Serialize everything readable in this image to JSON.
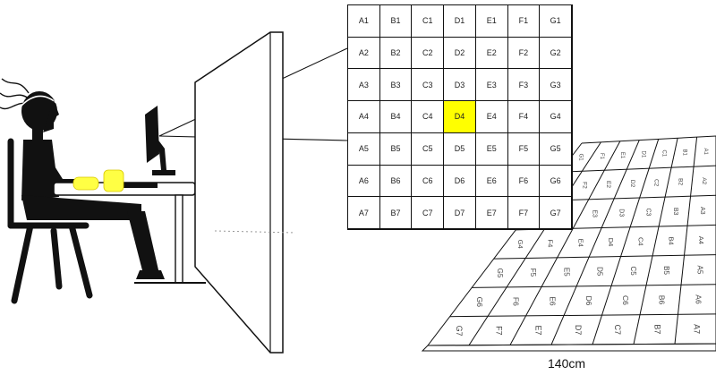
{
  "grid": {
    "columns": [
      "A",
      "B",
      "C",
      "D",
      "E",
      "F",
      "G"
    ],
    "rows": [
      1,
      2,
      3,
      4,
      5,
      6,
      7
    ],
    "highlighted_cell": "D4",
    "highlight_color": "#ffff00"
  },
  "floor_grid": {
    "columns": [
      "G",
      "F",
      "E",
      "D",
      "C",
      "B",
      "A"
    ]
  },
  "caption": "140cm",
  "colors": {
    "line": "#111111",
    "hands": "#ffff44",
    "background": "#ffffff"
  }
}
